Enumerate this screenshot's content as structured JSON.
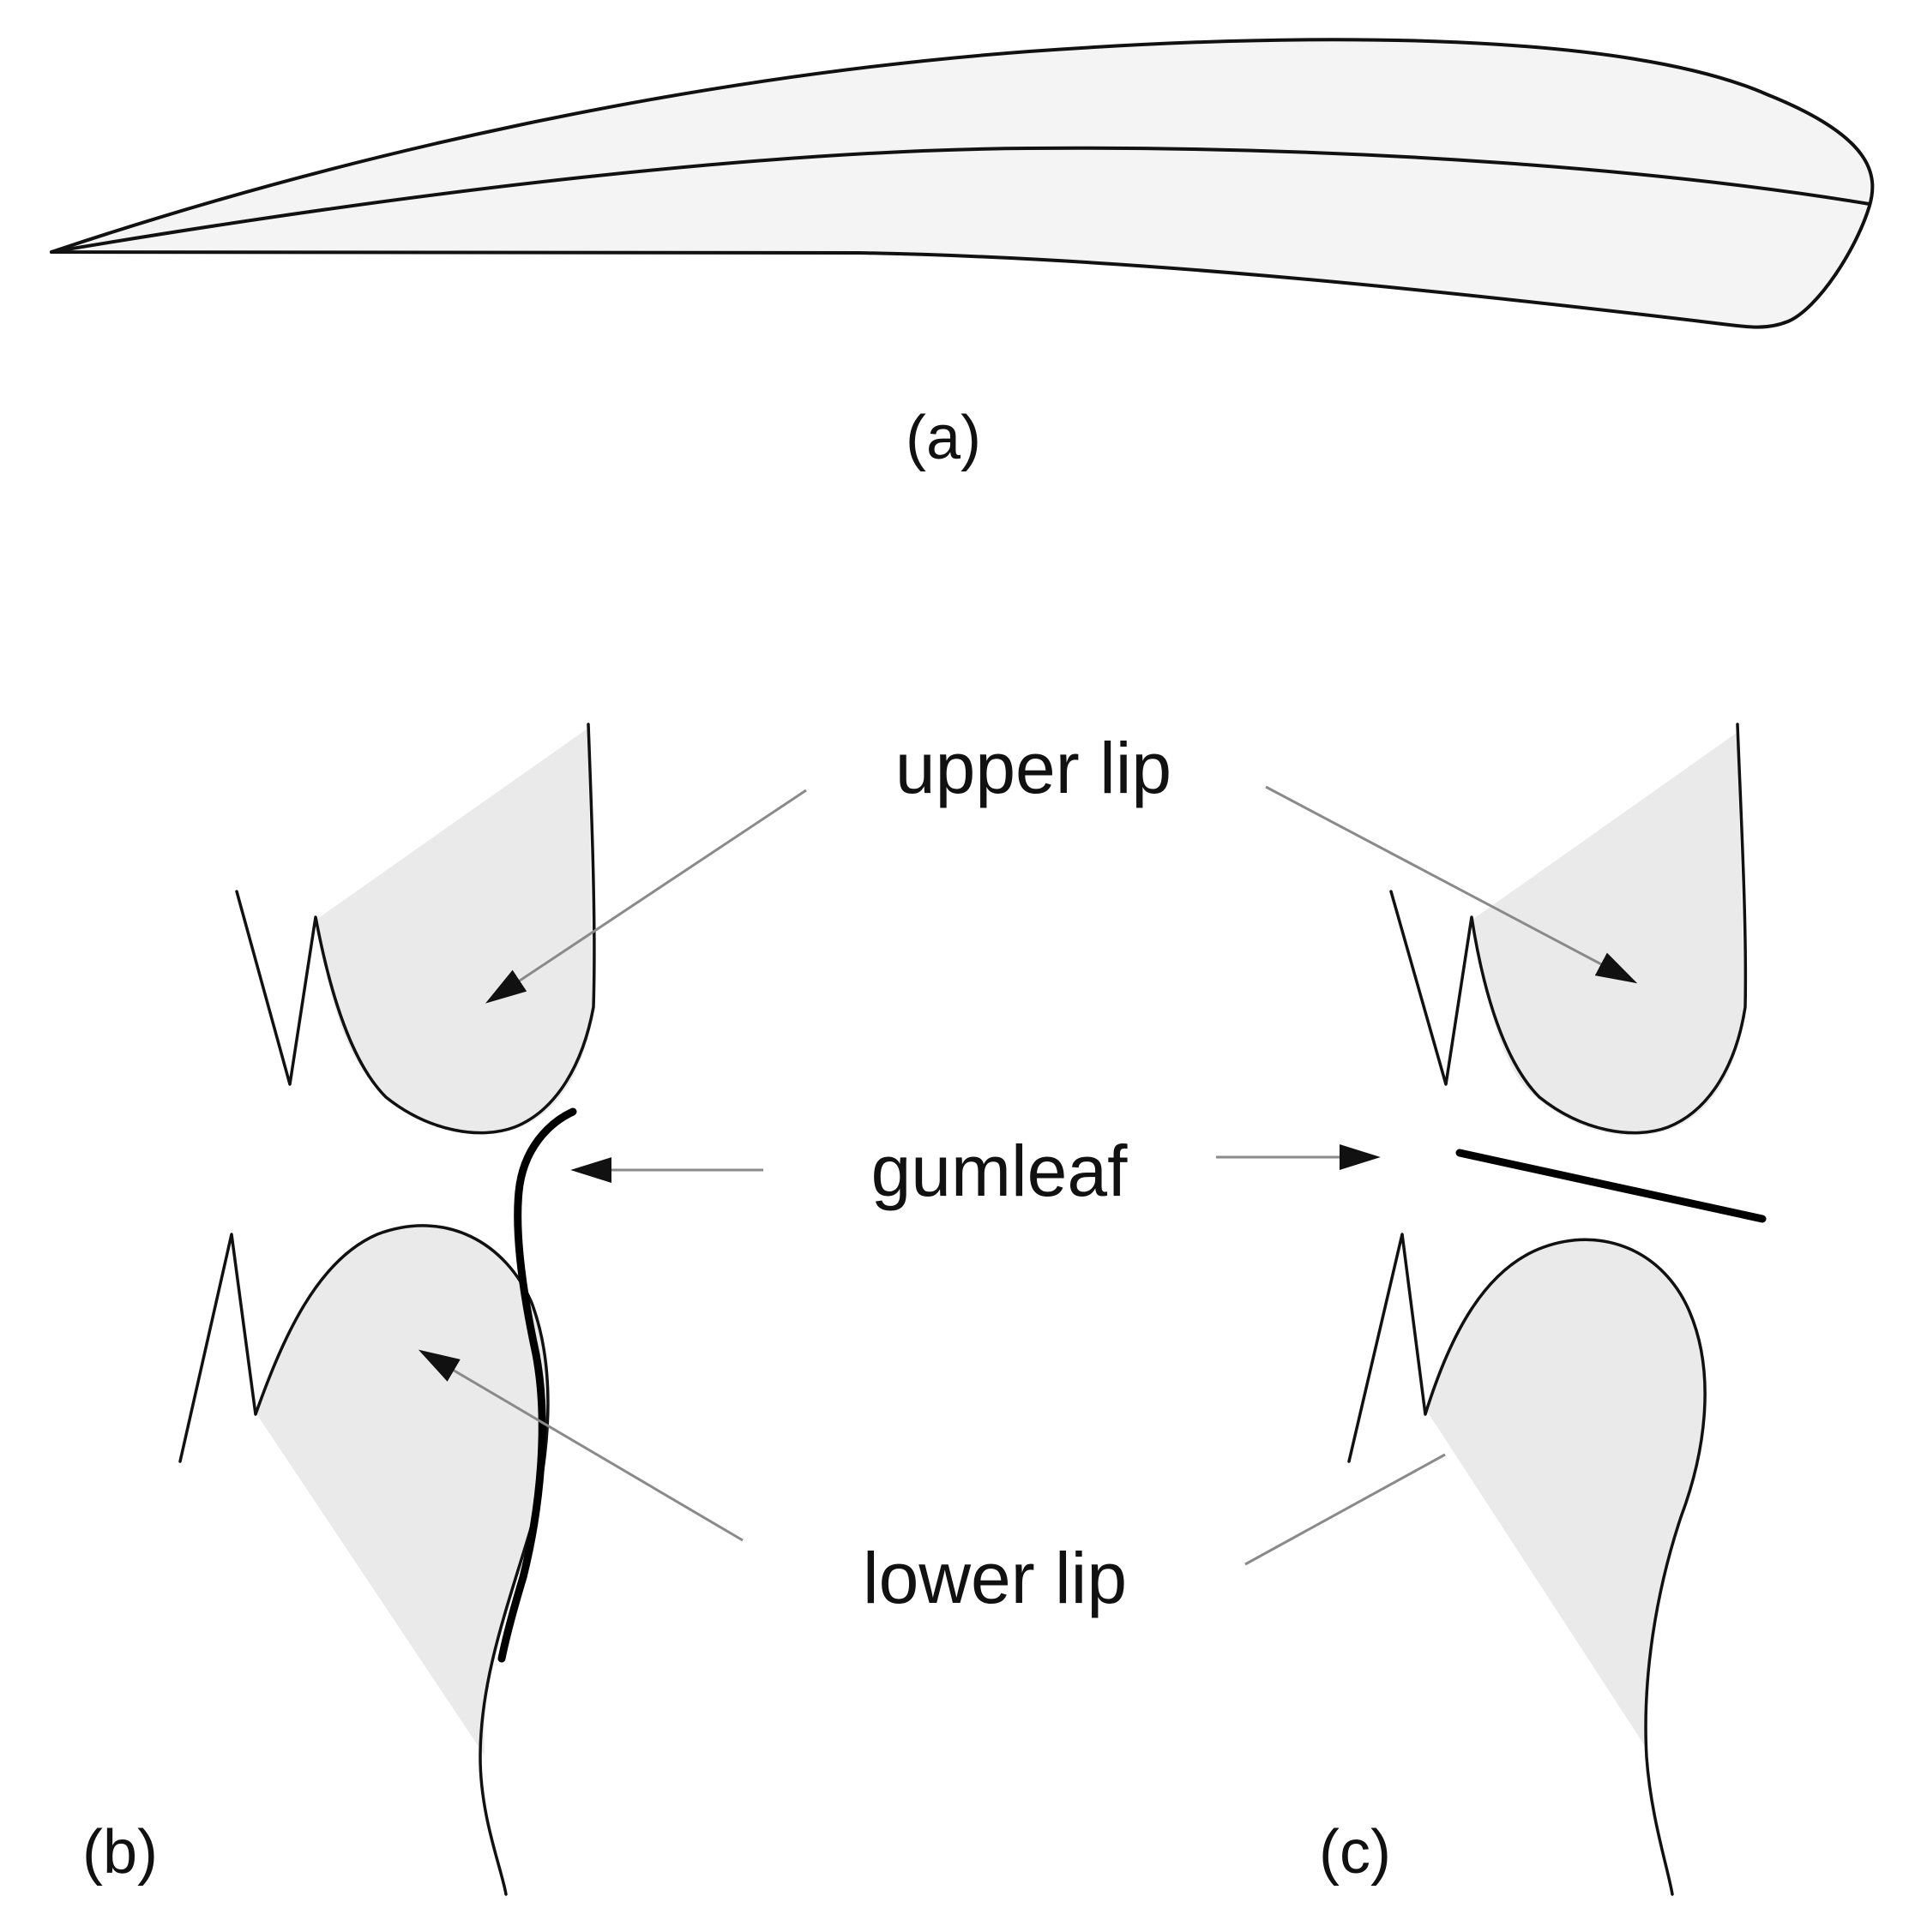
{
  "labels": {
    "panel_a": "(a)",
    "panel_b": "(b)",
    "panel_c": "(c)",
    "upper_lip": "upper lip",
    "gumleaf": "gumleaf",
    "lower_lip": "lower lip"
  },
  "colors": {
    "outline": "#111111",
    "lip_fill": "#eaeaea",
    "leaf_fill": "#f4f4f4",
    "pointer": "#8a8a8a"
  }
}
